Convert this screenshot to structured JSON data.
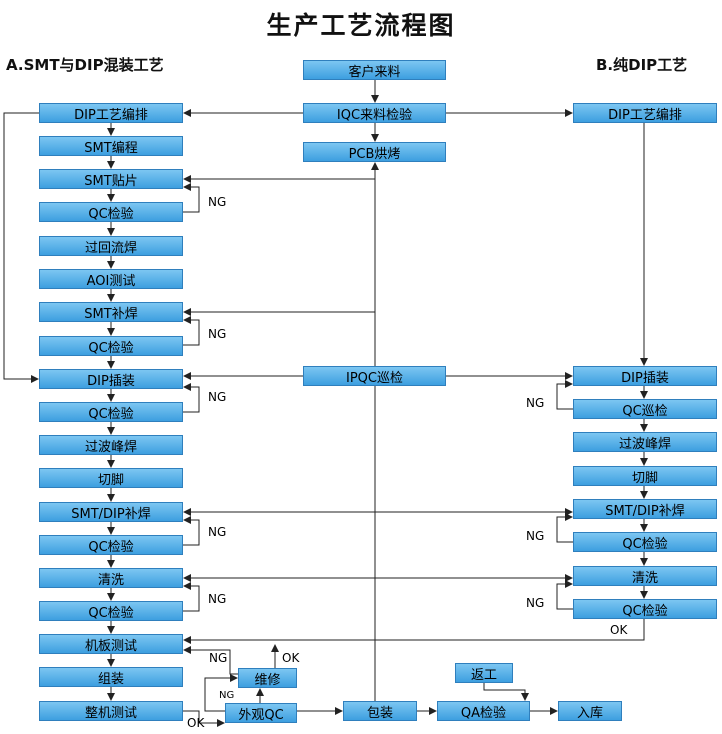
{
  "title": "生产工艺流程图",
  "headings": {
    "a": "A.SMT与DIP混装工艺",
    "b": "B.纯DIP工艺"
  },
  "center": {
    "customer": "客户来料",
    "iqc": "IQC来料检验",
    "pcb": "PCB烘烤",
    "ipqc": "IPQC巡检"
  },
  "a_steps": [
    "DIP工艺编排",
    "SMT编程",
    "SMT贴片",
    "QC检验",
    "过回流焊",
    "AOI测试",
    "SMT补焊",
    "QC检验",
    "DIP插装",
    "QC检验",
    "过波峰焊",
    "切脚",
    "SMT/DIP补焊",
    "QC检验",
    "清洗",
    "QC检验",
    "机板测试",
    "组装",
    "整机测试"
  ],
  "b_steps": [
    "DIP工艺编排",
    "DIP插装",
    "QC巡检",
    "过波峰焊",
    "切脚",
    "SMT/DIP补焊",
    "QC检验",
    "清洗",
    "QC检验"
  ],
  "bottom": {
    "repair": "维修",
    "visual_qc": "外观QC",
    "pack": "包装",
    "rework": "返工",
    "qa": "QA检验",
    "storage": "入库"
  },
  "labels": {
    "ng": "NG",
    "ok": "OK"
  }
}
